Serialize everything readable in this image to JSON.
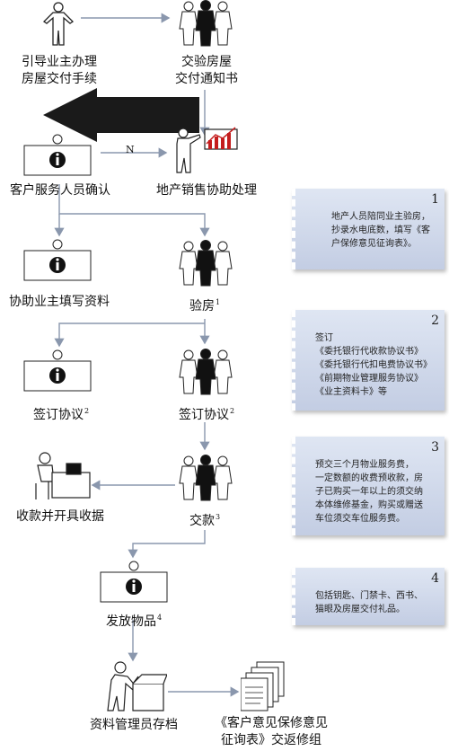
{
  "nodes": {
    "guide": {
      "label_l1": "引导业主办理",
      "label_l2": "房屋交付手续"
    },
    "inspect_notice": {
      "label_l1": "交验房屋",
      "label_l2": "交付通知书"
    },
    "cs_confirm": {
      "label": "客户服务人员确认"
    },
    "sales_help": {
      "label": "地产销售协助处理"
    },
    "fill_info": {
      "label": "协助业主填写资料"
    },
    "house_inspect": {
      "label": "验房",
      "sup": "1"
    },
    "sign_left": {
      "label": "签订协议",
      "sup": "2"
    },
    "sign_right": {
      "label": "签订协议",
      "sup": "2"
    },
    "collect": {
      "label": "收款并开具收据"
    },
    "pay": {
      "label": "交款",
      "sup": "3"
    },
    "issue": {
      "label": "发放物品",
      "sup": "4"
    },
    "archive": {
      "label": "资料管理员存档"
    },
    "return_form": {
      "label_l1": "《客户意见保修意见",
      "label_l2": "征询表》交返修组"
    }
  },
  "edge_labels": {
    "no": "N"
  },
  "notes": [
    {
      "num": "1",
      "lines": [
        "地产人员陪同业主验房，",
        "抄录水电底数，填写《客",
        "户保修意见征询表》。"
      ]
    },
    {
      "num": "2",
      "lines": [
        "签订",
        "《委托银行代收款协议书》",
        "《委托银行代扣电费协议书》",
        "《前期物业管理服务协议》",
        "《业主资料卡》等"
      ]
    },
    {
      "num": "3",
      "lines": [
        "预交三个月物业服务费，",
        "一定数额的收费预收款，房",
        "子已购买一年以上的须交纳",
        "本体维修基金，购买或赠送",
        "车位须交车位服务费。"
      ]
    },
    {
      "num": "4",
      "lines": [
        "包括钥匙、门禁卡、西书、",
        "猫眼及房屋交付礼品。"
      ]
    }
  ],
  "colors": {
    "arrow_big": "#1a1a1a",
    "line": "#8a97ad",
    "note_bg": "#d3dbeb"
  }
}
